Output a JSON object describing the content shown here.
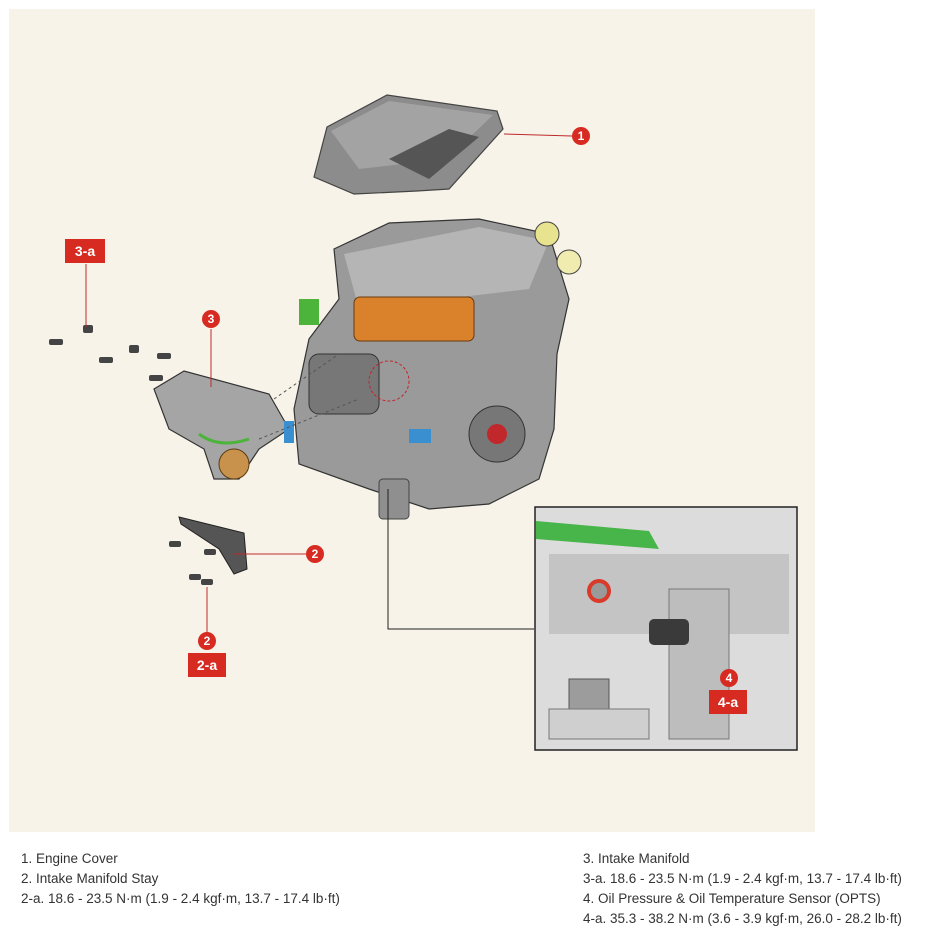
{
  "callouts": {
    "c1": "1",
    "c2": "2",
    "c2b": "2",
    "c3": "3",
    "c4": "4",
    "sq2a": "2-a",
    "sq3a": "3-a",
    "sq4a": "4-a"
  },
  "legend": {
    "left": [
      "1. Engine Cover",
      "2. Intake Manifold Stay",
      "2-a. 18.6 - 23.5 N·m (1.9 - 2.4 kgf·m, 13.7 - 17.4 lb·ft)"
    ],
    "right": [
      "3. Intake Manifold",
      "3-a. 18.6 - 23.5 N·m (1.9 - 2.4 kgf·m, 13.7 - 17.4 lb·ft)",
      "4. Oil Pressure & Oil Temperature Sensor (OPTS)",
      "4-a. 35.3 - 38.2 N·m (3.6 - 3.9 kgf·m, 26.0 - 28.2 lb·ft)"
    ]
  },
  "colors": {
    "callout_red": "#d72b22",
    "panel_bg": "#f7f3e8"
  }
}
